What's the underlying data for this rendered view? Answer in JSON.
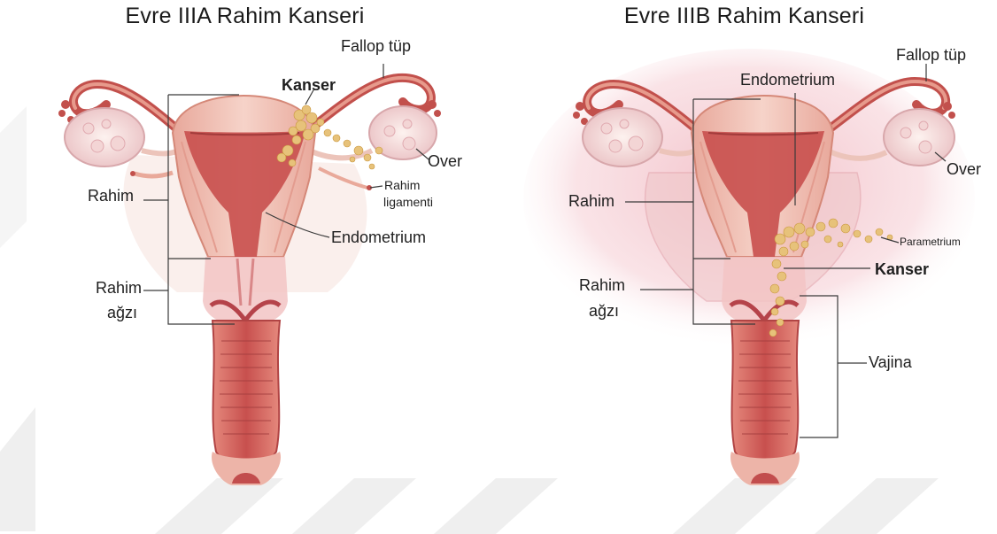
{
  "panels": [
    {
      "title": "Evre IIIA Rahim Kanseri",
      "labels": {
        "fallop": "Fallop tüp",
        "cancer": "Kanser",
        "over": "Over",
        "ligament_1": "Rahim",
        "ligament_2": "ligamenti",
        "uterus": "Rahim",
        "endometrium": "Endometrium",
        "cervix_1": "Rahim",
        "cervix_2": "ağzı"
      }
    },
    {
      "title": "Evre IIIB Rahim Kanseri",
      "labels": {
        "fallop": "Fallop tüp",
        "endometrium": "Endometrium",
        "over": "Over",
        "uterus": "Rahim",
        "parametrium": "Parametrium",
        "cancer": "Kanser",
        "cervix_1": "Rahim",
        "cervix_2": "ağzı",
        "vagina": "Vajina"
      }
    }
  ],
  "colors": {
    "tissue_light": "#f2c7bd",
    "tissue_mid": "#e49a8d",
    "tissue_dark": "#b8423f",
    "cavity": "#c24a4c",
    "tumor": "#e9c57c",
    "glow": "#e27f91",
    "watermark": "#eeeeee"
  }
}
